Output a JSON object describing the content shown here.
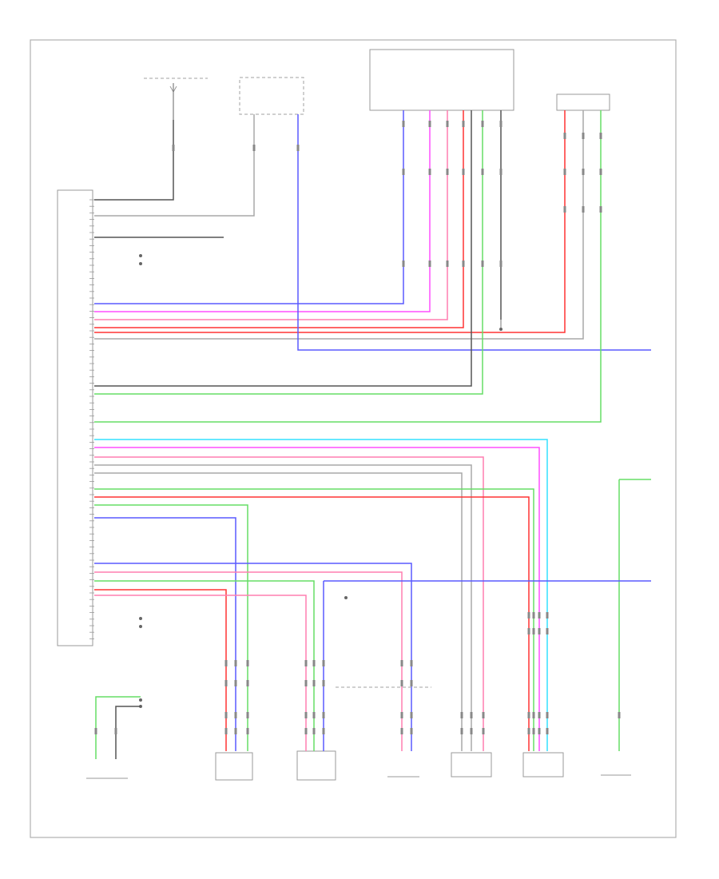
{
  "diagram": {
    "page_number": "",
    "components": [
      {
        "id": "ecm-left",
        "label": ""
      },
      {
        "id": "sw-top-left",
        "label": ""
      },
      {
        "id": "top-center-component",
        "label": ""
      },
      {
        "id": "top-right-connector",
        "label": ""
      },
      {
        "id": "top-far-right-connector",
        "label": ""
      },
      {
        "id": "bottom-left-connector",
        "label": ""
      },
      {
        "id": "bottom-sensor-1",
        "label": ""
      },
      {
        "id": "bottom-sensor-2",
        "label": ""
      },
      {
        "id": "bottom-sensor-3",
        "label": ""
      },
      {
        "id": "bottom-sensor-4",
        "label": ""
      },
      {
        "id": "bottom-sensor-5",
        "label": ""
      },
      {
        "id": "bottom-sensor-6",
        "label": ""
      }
    ],
    "wire_colors": {
      "blue": "#5a5aff",
      "magenta": "#ff4fff",
      "pink": "#ff7fb0",
      "red": "#ff3333",
      "green": "#66dd66",
      "cyan": "#33e0ff",
      "gray": "#a8a8a8",
      "black": "#555555"
    }
  }
}
